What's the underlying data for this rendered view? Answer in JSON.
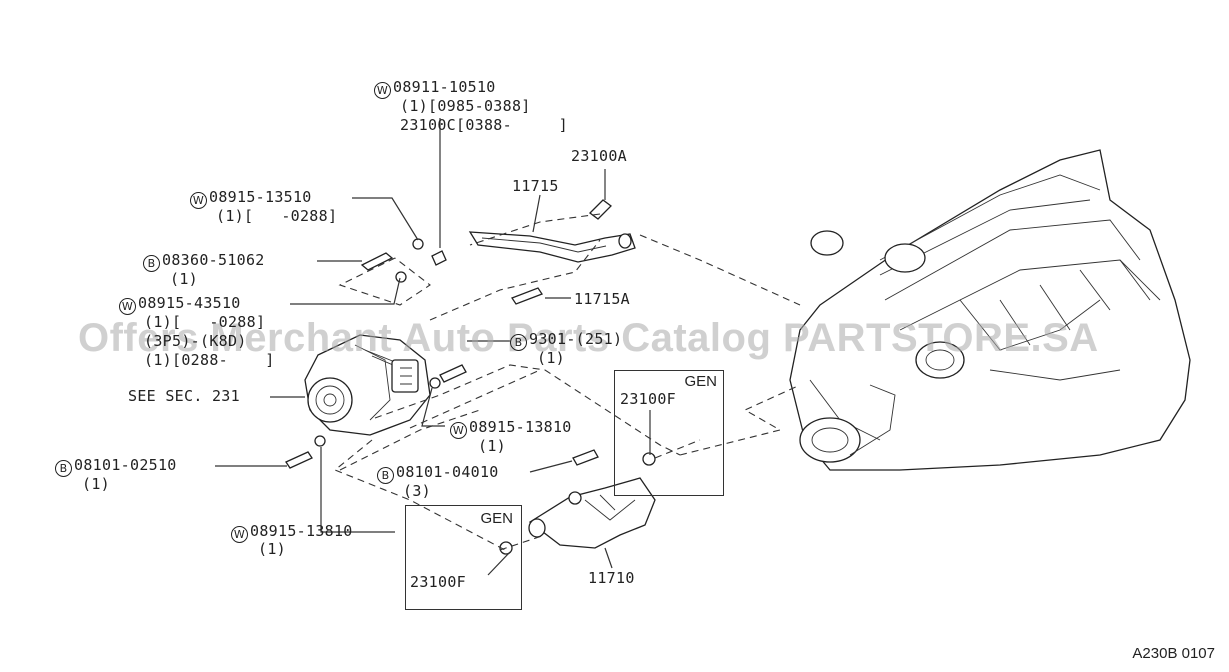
{
  "watermark": "Offers Merchant Auto Parts Catalog PARTSTORE.SA",
  "diagram_code": "A230B 0107",
  "gen_label": "GEN",
  "labels": {
    "w_08911_10510": {
      "mark": "W",
      "text": "08911-10510"
    },
    "w_08911_line2": "(1)[0985-0388]",
    "w_08911_line3": "23100C[0388-     ]",
    "p_23100A": "23100A",
    "p_11715": "11715",
    "w_08915_13510": {
      "mark": "W",
      "text": "08915-13510"
    },
    "w_08915_13510_line2": "(1)[   -0288]",
    "b_08360_51062": {
      "mark": "B",
      "text": "08360-51062"
    },
    "b_08360_line2": "(1)",
    "w_08915_43510": {
      "mark": "W",
      "text": "08915-43510"
    },
    "w_08915_43510_line2": "(1)[   -0288]",
    "w_08915_43510_line3": "(3P5)-(K8D)",
    "w_08915_43510_line4": "(1)[0288-    ]",
    "p_11715A": "11715A",
    "b_right": {
      "mark": "B",
      "text": "9301-(251)"
    },
    "b_right_line2": "(1)",
    "see_sec": "SEE SEC. 231",
    "p_23100F_top": "23100F",
    "w_08915_13810_a": {
      "mark": "W",
      "text": "08915-13810"
    },
    "w_08915_13810_a_line2": "(1)",
    "b_08101_02510": {
      "mark": "B",
      "text": "08101-02510"
    },
    "b_08101_02510_line2": "(1)",
    "b_08101_04010": {
      "mark": "B",
      "text": "08101-04010"
    },
    "b_08101_04010_line2": "(3)",
    "w_08915_13810_b": {
      "mark": "W",
      "text": "08915-13810"
    },
    "w_08915_13810_b_line2": "(1)",
    "p_23100F_bottom": "23100F",
    "p_11710": "11710"
  }
}
